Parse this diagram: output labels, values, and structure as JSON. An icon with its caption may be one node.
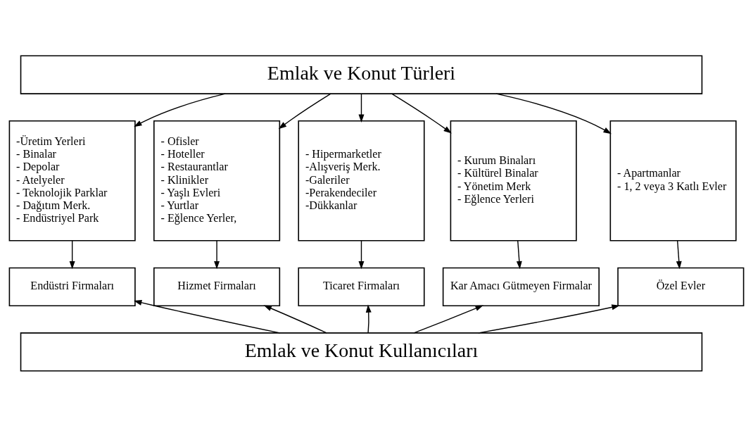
{
  "diagram": {
    "nodes": [
      {
        "text": [
          "Emlak ve Konut Türleri"
        ]
      },
      {
        "text": [
          "-Üretim Yerleri",
          "- Binalar",
          "- Depolar",
          "- Atelyeler",
          "- Teknolojik Parklar",
          "- Dağıtım Merk.",
          "- Endüstriyel Park"
        ]
      },
      {
        "text": [
          "- Ofisler",
          "- Hoteller",
          "- Restaurantlar",
          "- Klinikler",
          "- Yaşlı Evleri",
          "- Yurtlar",
          "- Eğlence Yerler,"
        ]
      },
      {
        "text": [
          "- Hipermarketler",
          "-Alışveriş Merk.",
          "-Galeriler",
          "-Perakendeciler",
          "-Dükkanlar"
        ]
      },
      {
        "text": [
          "- Kurum Binaları",
          "- Kültürel Binalar",
          "- Yönetim Merk",
          "- Eğlence Yerleri"
        ]
      },
      {
        "text": [
          "- Apartmanlar",
          "- 1, 2 veya 3 Katlı Evler"
        ]
      },
      {
        "text": [
          "Endüstri Firmaları"
        ]
      },
      {
        "text": [
          "Hizmet Firmaları"
        ]
      },
      {
        "text": [
          "Ticaret Firmaları"
        ]
      },
      {
        "text": [
          "Kar Amacı Gütmeyen Firmalar"
        ]
      },
      {
        "text": [
          "Özel Evler"
        ]
      },
      {
        "text": [
          "Emlak ve Konut Kullanıcıları"
        ]
      }
    ],
    "edges": [
      {
        "from": 0,
        "to": 1,
        "arrow": "to"
      },
      {
        "from": 0,
        "to": 2,
        "arrow": "to"
      },
      {
        "from": 0,
        "to": 3,
        "arrow": "to"
      },
      {
        "from": 0,
        "to": 4,
        "arrow": "to"
      },
      {
        "from": 0,
        "to": 5,
        "arrow": "to"
      },
      {
        "from": 1,
        "to": 6,
        "arrow": "to"
      },
      {
        "from": 2,
        "to": 7,
        "arrow": "to"
      },
      {
        "from": 3,
        "to": 8,
        "arrow": "to"
      },
      {
        "from": 4,
        "to": 9,
        "arrow": "to"
      },
      {
        "from": 5,
        "to": 10,
        "arrow": "to"
      },
      {
        "from": 11,
        "to": 6,
        "arrow": "to"
      },
      {
        "from": 11,
        "to": 7,
        "arrow": "to"
      },
      {
        "from": 11,
        "to": 8,
        "arrow": "to"
      },
      {
        "from": 11,
        "to": 9,
        "arrow": "to"
      },
      {
        "from": 11,
        "to": 10,
        "arrow": "to"
      }
    ]
  }
}
